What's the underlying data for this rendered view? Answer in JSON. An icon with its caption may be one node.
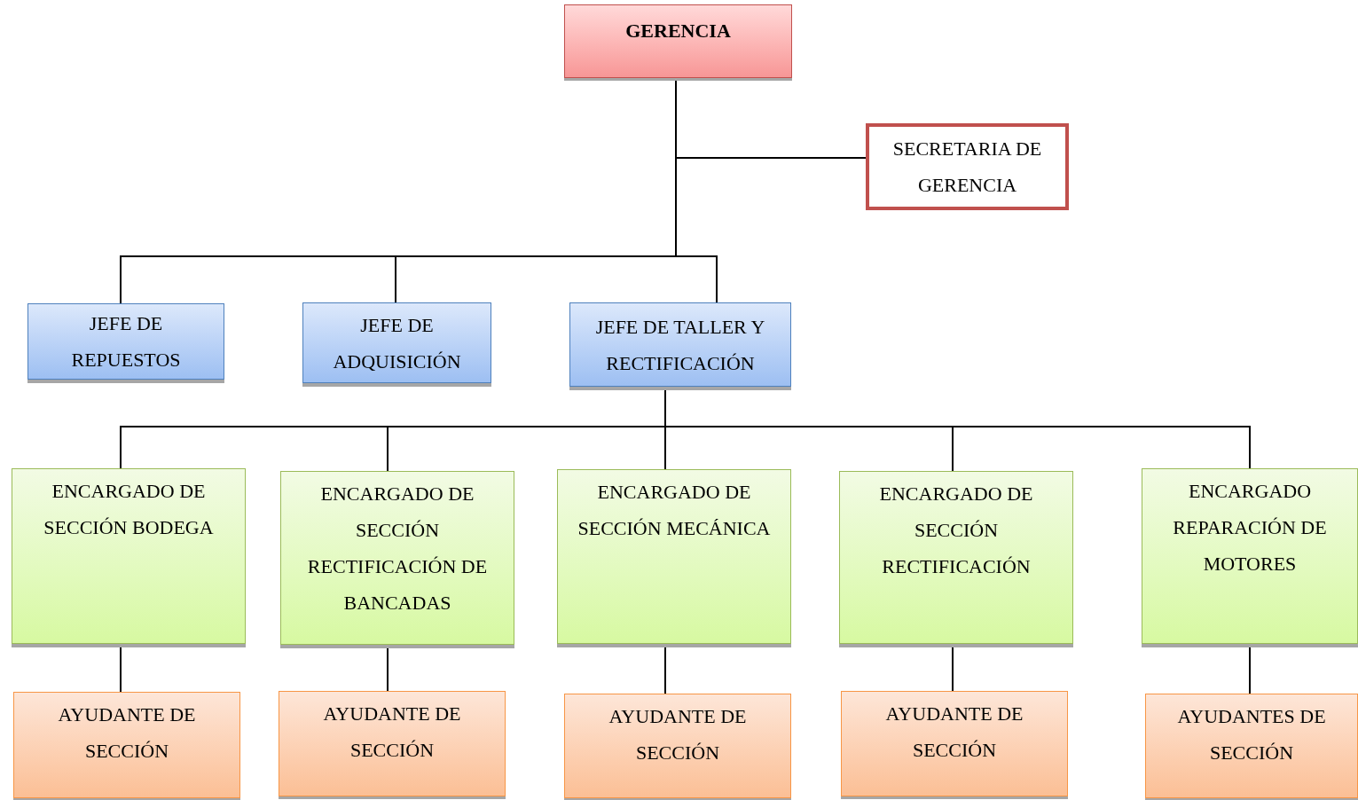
{
  "diagram": {
    "nodes": [
      {
        "text": [
          "GERENCIA"
        ]
      },
      {
        "text": [
          "SECRETARIA DE GERENCIA"
        ]
      },
      {
        "text": [
          "JEFE DE REPUESTOS"
        ]
      },
      {
        "text": [
          "JEFE DE ADQUISICIÓN"
        ]
      },
      {
        "text": [
          "JEFE DE TALLER Y RECTIFICACIÓN"
        ]
      },
      {
        "text": [
          "ENCARGADO DE SECCIÓN BODEGA"
        ]
      },
      {
        "text": [
          "ENCARGADO DE SECCIÓN RECTIFICACIÓN DE BANCADAS"
        ]
      },
      {
        "text": [
          "ENCARGADO DE SECCIÓN MECÁNICA"
        ]
      },
      {
        "text": [
          "ENCARGADO DE SECCIÓN RECTIFICACIÓN"
        ]
      },
      {
        "text": [
          "ENCARGADO REPARACIÓN DE MOTORES"
        ]
      },
      {
        "text": [
          "AYUDANTE DE SECCIÓN"
        ]
      },
      {
        "text": [
          "AYUDANTE DE SECCIÓN"
        ]
      },
      {
        "text": [
          "AYUDANTE DE SECCIÓN"
        ]
      },
      {
        "text": [
          "AYUDANTE DE SECCIÓN"
        ]
      },
      {
        "text": [
          "AYUDANTES DE SECCIÓN"
        ]
      }
    ],
    "edges": [
      {
        "from": 0,
        "to": 1,
        "arrow": "none"
      },
      {
        "from": 0,
        "to": 2,
        "arrow": "none"
      },
      {
        "from": 0,
        "to": 3,
        "arrow": "none"
      },
      {
        "from": 0,
        "to": 4,
        "arrow": "none"
      },
      {
        "from": 4,
        "to": 5,
        "arrow": "none"
      },
      {
        "from": 4,
        "to": 6,
        "arrow": "none"
      },
      {
        "from": 4,
        "to": 7,
        "arrow": "none"
      },
      {
        "from": 4,
        "to": 8,
        "arrow": "none"
      },
      {
        "from": 4,
        "to": 9,
        "arrow": "none"
      },
      {
        "from": 5,
        "to": 10,
        "arrow": "none"
      },
      {
        "from": 6,
        "to": 11,
        "arrow": "none"
      },
      {
        "from": 7,
        "to": 12,
        "arrow": "none"
      },
      {
        "from": 8,
        "to": 13,
        "arrow": "none"
      },
      {
        "from": 9,
        "to": 14,
        "arrow": "none"
      }
    ]
  }
}
